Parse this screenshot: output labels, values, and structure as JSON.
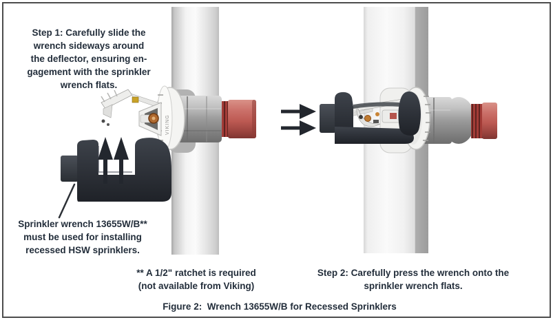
{
  "figure": {
    "caption": "Figure 2:  Wrench 13655W/B for Recessed Sprinklers",
    "step1_text": "Step 1: Carefully slide the\nwrench sideways around\nthe deflector, ensuring en-\ngagement with the sprinkler\nwrench flats.",
    "step2_text": "Step 2: Carefully press the wrench onto the\nsprinkler wrench flats.",
    "wrench_label": "Sprinkler wrench 13655W/B**\nmust be used for installing\nrecessed HSW sprinklers.",
    "ratchet_note": "** A 1/2\" ratchet is required\n(not available from Viking)",
    "brand_mark": "VIKING",
    "colors": {
      "text": "#232e3b",
      "wrench": "#2d3138",
      "pipe_red": "#c2625c",
      "border": "#4c4c4c"
    }
  }
}
